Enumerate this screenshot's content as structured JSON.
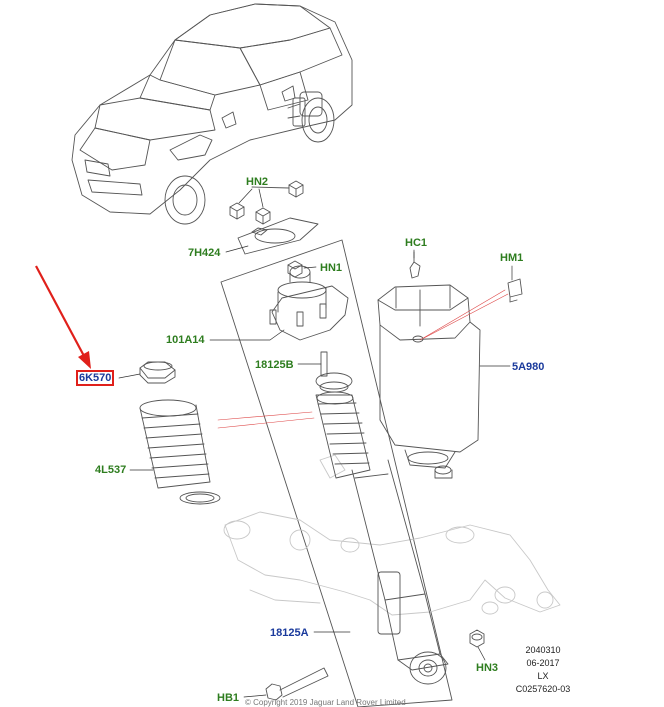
{
  "callouts": {
    "hn2": "HN2",
    "h7424": "7H424",
    "hn1": "HN1",
    "hc1": "HC1",
    "hm1": "HM1",
    "a101_14": "101A14",
    "b18125": "18125B",
    "a5980": "5A980",
    "k6570": "6K570",
    "l4537": "4L537",
    "a18125": "18125A",
    "hn3": "HN3",
    "hb1": "HB1"
  },
  "colors": {
    "green_label": "#2e7d1f",
    "blue_label": "#1a3a9c",
    "highlight": "#e0201b"
  },
  "drawing_meta": {
    "date": "2040310",
    "revision": "06-2017",
    "model": "LX",
    "ref": "C0257620-03"
  },
  "copyright": "© Copyright 2019 Jaguar Land Rover Limited"
}
